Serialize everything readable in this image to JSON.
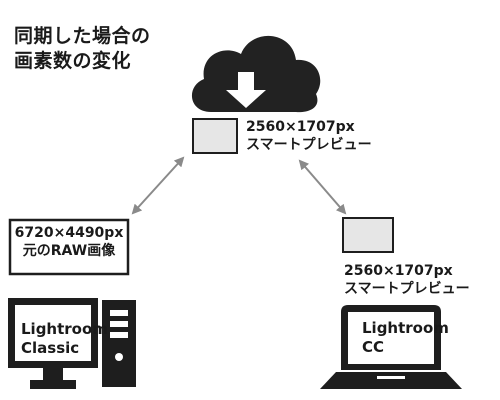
{
  "title": {
    "line1": "同期した場合の",
    "line2": "画素数の変化"
  },
  "cloud": {
    "icon": "cloud-download-icon",
    "size_line": "2560×1707px",
    "preview_line": "スマートプレビュー"
  },
  "desktop": {
    "icon": "desktop-computer-icon",
    "size_line": "6720×4490px",
    "original_line": "元のRAW画像",
    "app_line1": "Lightroom",
    "app_line2": "Classic"
  },
  "laptop": {
    "icon": "laptop-icon",
    "size_line": "2560×1707px",
    "preview_line": "スマートプレビュー",
    "app_line1": "Lightroom",
    "app_line2": "CC"
  },
  "colors": {
    "arrow": "#8a8a8a",
    "device": "#1e1e1e",
    "thumbnail_fill": "#e6e6e6",
    "cloud": "#222222"
  }
}
